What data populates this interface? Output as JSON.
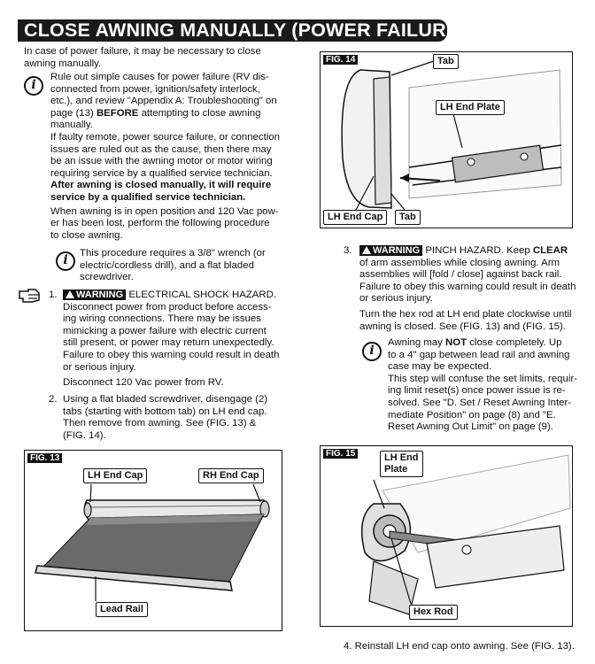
{
  "title": "CLOSE AWNING MANUALLY (POWER FAILURE)",
  "intro": [
    "In case of power failure, it may be necessary to close",
    "awning manually."
  ],
  "note1": {
    "icon": "info-icon",
    "lines": [
      "Rule out simple causes for power failure (RV dis-",
      "connected from power, ignition/safety interlock,",
      "etc.), and review \"Appendix A: Troubleshooting\" on"
    ],
    "line4_pre": "page (13) ",
    "line4_bold": "BEFORE",
    "line4_post": " attempting to close awning",
    "line5": "manually.",
    "para2": [
      "If faulty remote, power source failure, or connection",
      "issues are ruled out as the cause, then there may",
      "be an issue with the awning motor or motor wiring",
      "requiring service by a qualified service technician."
    ],
    "bold": [
      "After awning is closed manually, it will require",
      "service by a qualified service technician."
    ],
    "para3": [
      "When awning is in open position and 120 Vac pow-",
      "er has been lost, perform the following procedure",
      "to close awning."
    ]
  },
  "note2": {
    "lines": [
      "This procedure requires a 3/8\" wrench (or",
      "electric/cordless drill), and a flat bladed",
      "screwdriver."
    ]
  },
  "step1": {
    "num": "1.",
    "warning": "WARNING",
    "head": " ELECTRICAL SHOCK HAZARD.",
    "lines": [
      "Disconnect power from product before access-",
      "ing wiring connections. There may be issues",
      "mimicking a power failure with electric current",
      "still present, or power may return unexpectedly.",
      "Failure to obey this warning could result in death",
      "or serious injury."
    ],
    "extra": "Disconnect 120 Vac power from RV."
  },
  "step2": {
    "num": "2.",
    "lines": [
      "Using a flat bladed screwdriver, disengage (2)",
      "tabs (starting with bottom tab) on LH end cap.",
      "Then remove from awning. See (FIG. 13) &",
      "(FIG. 14)."
    ]
  },
  "step3": {
    "num": "3.",
    "warning": "WARNING",
    "head_pre": " PINCH HAZARD. Keep ",
    "head_bold": "CLEAR",
    "lines": [
      "of arm assemblies while closing awning. Arm",
      "assemblies will [fold / close] against back rail.",
      "Failure to obey this warning could result in death",
      "or serious injury."
    ],
    "para": [
      "Turn the hex rod at LH end plate clockwise until",
      "awning is closed. See (FIG. 13) and (FIG. 15)."
    ]
  },
  "note3": {
    "l1_pre": "Awning may ",
    "l1_bold": "NOT",
    "l1_post": " close completely. Up",
    "lines": [
      "to a 4\" gap between lead rail and awning",
      "case may be expected."
    ],
    "para": [
      "This step will confuse the set limits, requir-",
      "ing limit reset(s) once power issue is re-",
      "solved. See \"D. Set / Reset Awning Inter-",
      "mediate Position\" on page (8) and \"E.",
      "Reset Awning Out Limit\" on page (9)."
    ]
  },
  "step4": {
    "text": "4.  Reinstall LH end cap onto awning. See (FIG. 13)."
  },
  "fig13": {
    "tag": "FIG. 13",
    "lh": "LH End Cap",
    "rh": "RH End Cap",
    "lead": "Lead Rail"
  },
  "fig14": {
    "tag": "FIG. 14",
    "tab1": "Tab",
    "plate": "LH End Plate",
    "cap": "LH End Cap",
    "tab2": "Tab"
  },
  "fig15": {
    "tag": "FIG. 15",
    "plate1": "LH End",
    "plate2": "Plate",
    "hex": "Hex Rod"
  }
}
